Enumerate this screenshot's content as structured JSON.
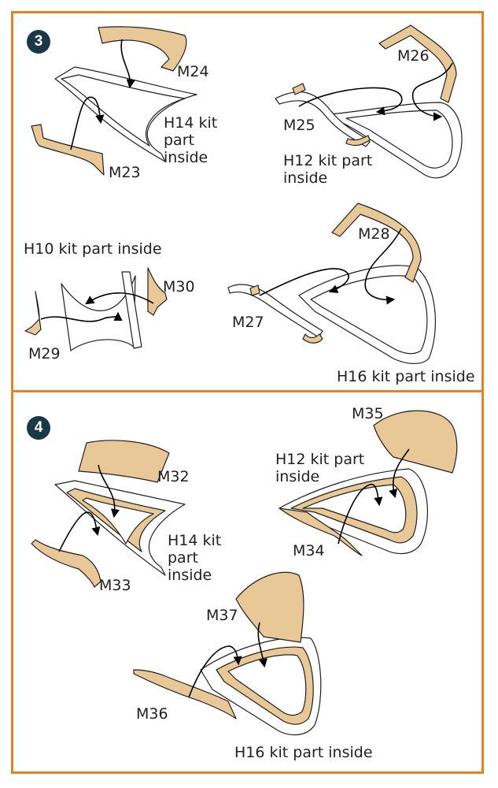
{
  "colors": {
    "frame": "#e0832a",
    "badge": "#1c3747",
    "part_fill": "#e8c896",
    "kit_outline": "#231f20"
  },
  "step3": {
    "number": "3",
    "labels": {
      "m24": "M24",
      "m23": "M23",
      "h14": "H14 kit part inside",
      "m26": "M26",
      "m25": "M25",
      "h12": "H12 kit part inside",
      "h10": "H10 kit part inside",
      "m30": "M30",
      "m29": "M29",
      "m28": "M28",
      "m27": "M27",
      "h16": "H16 kit part inside"
    }
  },
  "step4": {
    "number": "4",
    "labels": {
      "m32": "M32",
      "m33": "M33",
      "h14": "H14 kit part inside",
      "m35": "M35",
      "m34": "M34",
      "h12": "H12 kit part inside",
      "m37": "M37",
      "m36": "M36",
      "h16": "H16 kit part inside"
    }
  }
}
